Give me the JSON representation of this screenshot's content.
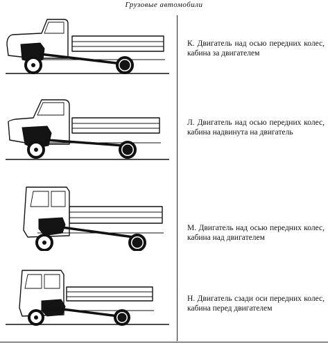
{
  "page": {
    "header": "Грузовые автомобили"
  },
  "layouts": [
    {
      "text": "К. Двигатель над осью передних колес, кабина за двигателем"
    },
    {
      "text": "Л. Двигатель над осью передних колес, кабина надвинута на двигатель"
    },
    {
      "text": "М. Двигатель над осью передних колес, кабина над двигателем"
    },
    {
      "text": "Н. Двигатель сзади оси передних колес, кабина перед двигателем"
    }
  ]
}
